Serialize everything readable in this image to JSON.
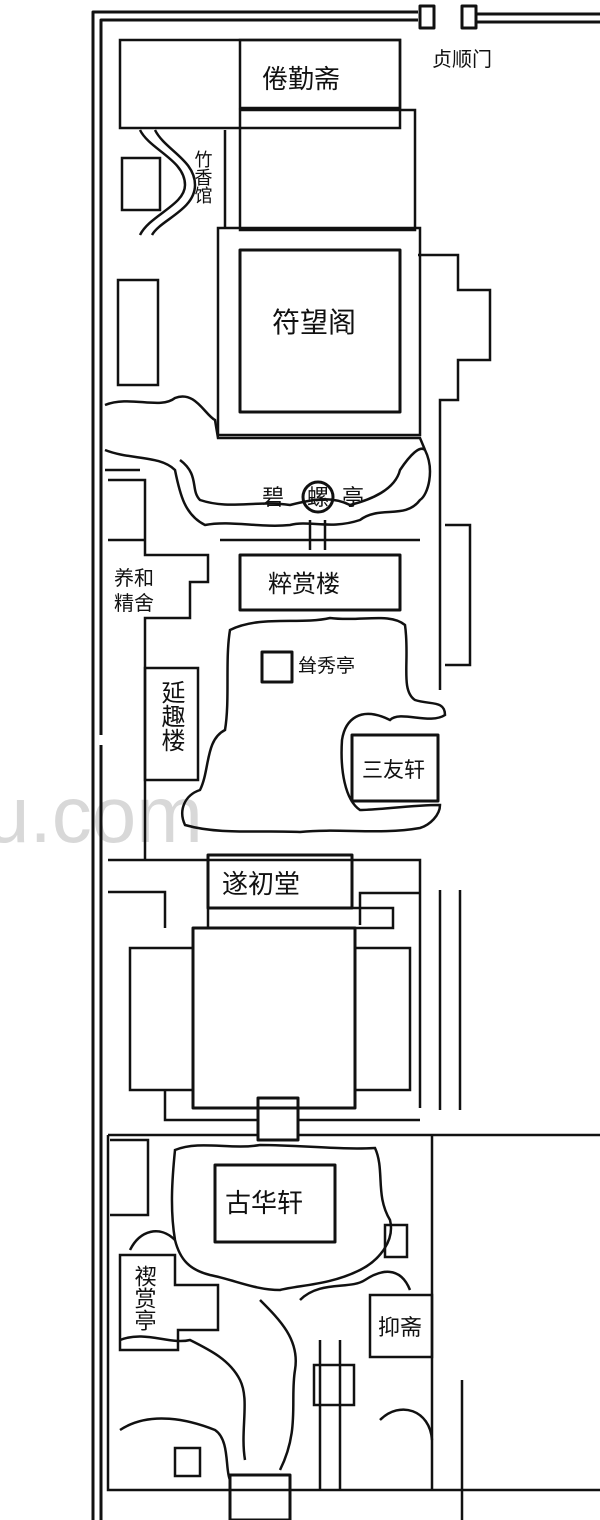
{
  "map": {
    "labels": {
      "zhenshun_gate": "贞顺门",
      "juanqin_studio": "倦勤斋",
      "zhuxiang_pavilion": "竹香馆",
      "fuwang_tower": "符望阁",
      "biluo_pavilion": "碧螺亭",
      "biluo_center": "螺",
      "biluo_left": "碧",
      "biluo_right": "亭",
      "yanghe_line1": "养和",
      "yanghe_line2": "精舍",
      "cuishang_tower": "粹赏楼",
      "songxiu_pavilion": "耸秀亭",
      "yanqu_tower": "延趣楼",
      "sanyou_hall": "三友轩",
      "suichu_hall": "遂初堂",
      "guhua_hall": "古华轩",
      "xishang_pavilion": "禊赏亭",
      "yi_studio": "抑斋"
    },
    "watermark": "u.com"
  }
}
